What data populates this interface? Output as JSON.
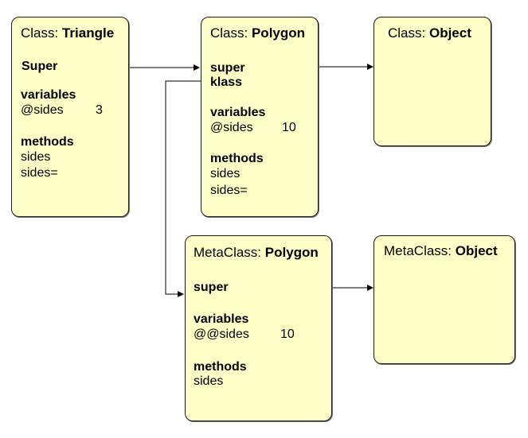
{
  "triangle": {
    "title_prefix": "Class: ",
    "title_name": "Triangle",
    "super_label": "Super",
    "variables_label": "variables",
    "var_name": "@sides",
    "var_value": "3",
    "methods_label": "methods",
    "methods": [
      "sides",
      "sides="
    ]
  },
  "polygon": {
    "title_prefix": "Class: ",
    "title_name": "Polygon",
    "super_label": "super",
    "klass_label": "klass",
    "variables_label": "variables",
    "var_name": "@sides",
    "var_value": "10",
    "methods_label": "methods",
    "methods": [
      "sides",
      "sides="
    ]
  },
  "object": {
    "title_prefix": "Class: ",
    "title_name": "Object"
  },
  "meta_polygon": {
    "title_prefix": "MetaClass: ",
    "title_name": "Polygon",
    "super_label": "super",
    "variables_label": "variables",
    "var_name": "@@sides",
    "var_value": "10",
    "methods_label": "methods",
    "methods": [
      "sides"
    ]
  },
  "meta_object": {
    "title_prefix": "MetaClass: ",
    "title_name": "Object"
  }
}
